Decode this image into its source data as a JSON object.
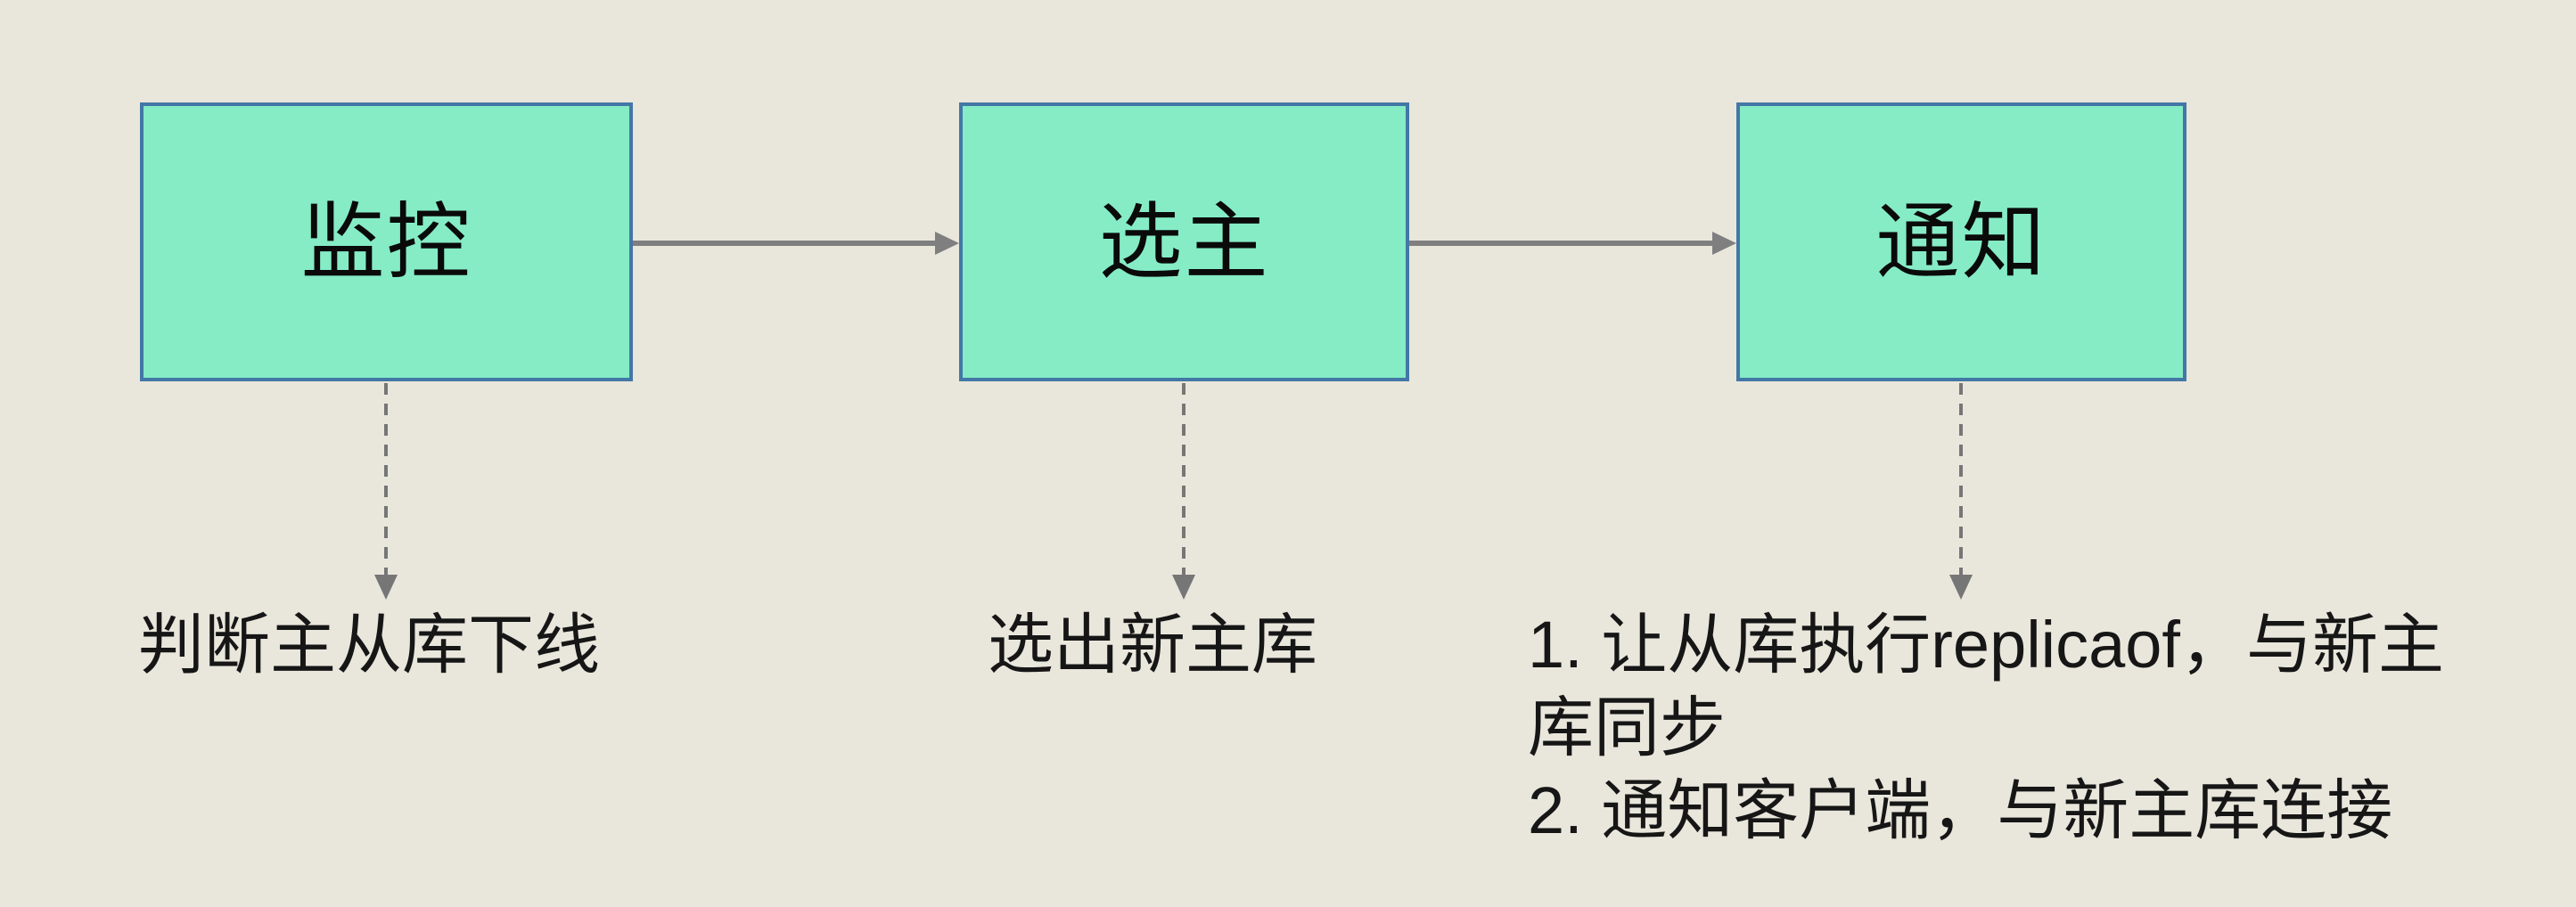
{
  "diagram": {
    "boxes": [
      {
        "label": "监控"
      },
      {
        "label": "选主"
      },
      {
        "label": "通知"
      }
    ],
    "connections": [
      {
        "from": "监控",
        "to": "选主",
        "style": "solid-arrow"
      },
      {
        "from": "选主",
        "to": "通知",
        "style": "solid-arrow"
      },
      {
        "from": "监控",
        "to": "note",
        "style": "dashed-arrow"
      },
      {
        "from": "选主",
        "to": "note",
        "style": "dashed-arrow"
      },
      {
        "from": "通知",
        "to": "note",
        "style": "dashed-arrow"
      }
    ],
    "notes": [
      {
        "for": "监控",
        "lines": [
          "判断主从库下线"
        ]
      },
      {
        "for": "选主",
        "lines": [
          "选出新主库"
        ]
      },
      {
        "for": "通知",
        "lines": [
          "1. 让从库执行replicaof，与新主",
          "库同步",
          "2. 通知客户端，与新主库连接"
        ]
      }
    ],
    "colors": {
      "background": "#e9e6dc",
      "box_fill": "#85ecc6",
      "box_border": "#4377a6",
      "arrow": "#7f7f7f",
      "text": "#161616"
    }
  }
}
